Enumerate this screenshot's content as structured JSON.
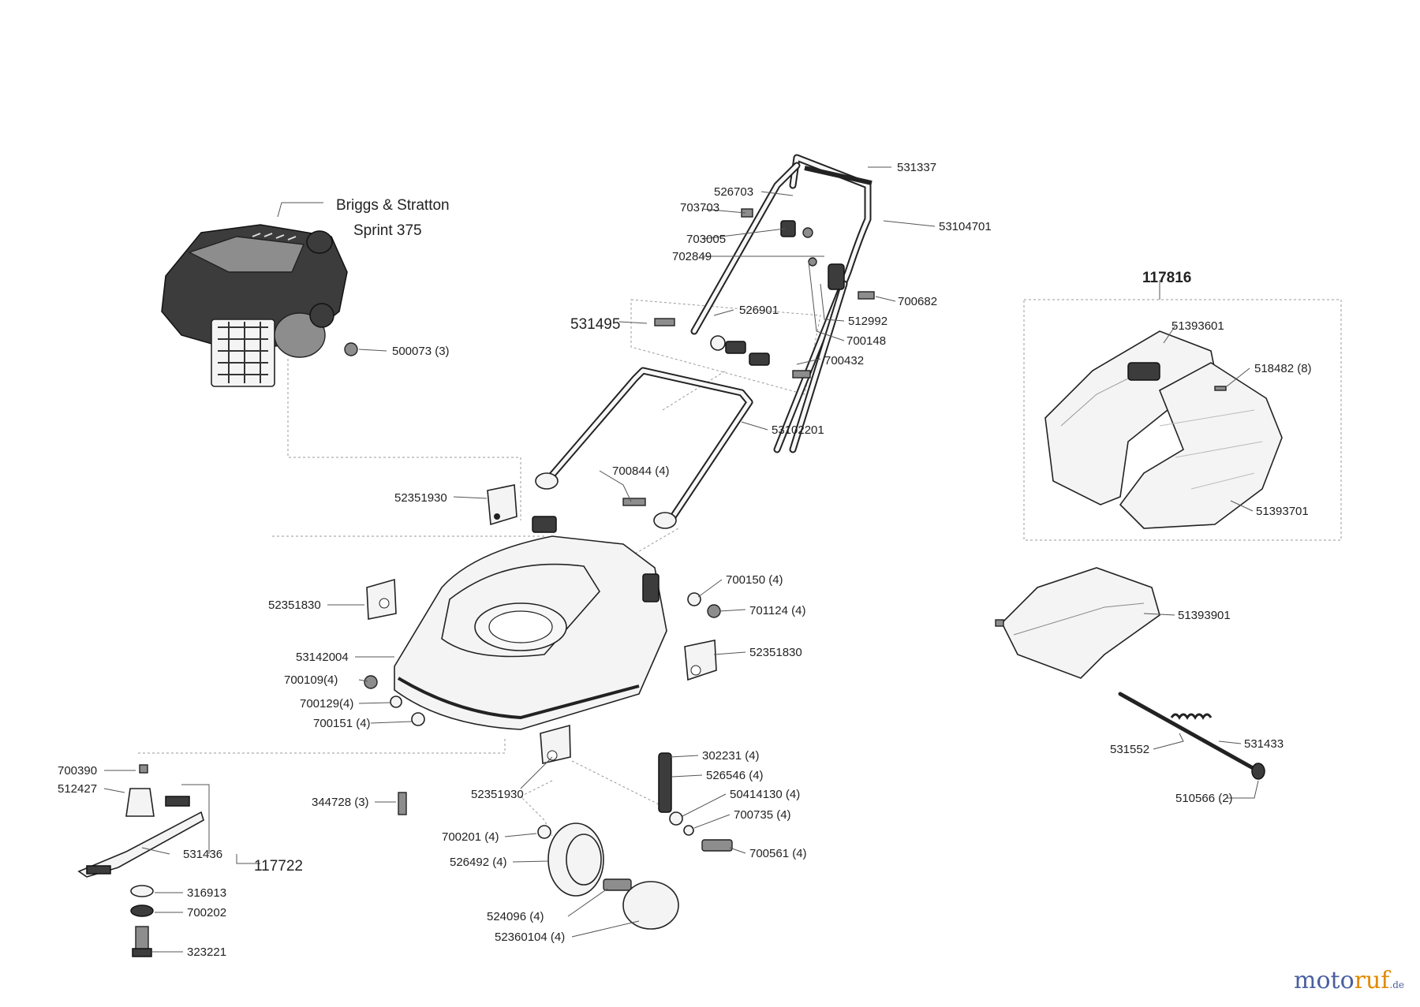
{
  "engine": {
    "line1": "Briggs & Stratton",
    "line2": "Sprint 375"
  },
  "group_labels": {
    "handle_kit": "531495",
    "grass_bag_set": "117816",
    "blade_set": "117722"
  },
  "watermark": {
    "main_a": "moto",
    "main_b": "ruf",
    "suffix": ".de"
  },
  "parts": [
    {
      "id": "p531337",
      "text": "531337"
    },
    {
      "id": "p526703",
      "text": "526703"
    },
    {
      "id": "p703703",
      "text": "703703"
    },
    {
      "id": "p53104701",
      "text": "53104701"
    },
    {
      "id": "p703005",
      "text": "703005"
    },
    {
      "id": "p702849",
      "text": "702849"
    },
    {
      "id": "p700682",
      "text": "700682"
    },
    {
      "id": "p526901",
      "text": "526901"
    },
    {
      "id": "p512992",
      "text": "512992"
    },
    {
      "id": "p700148",
      "text": "700148"
    },
    {
      "id": "p700432",
      "text": "700432"
    },
    {
      "id": "p500073",
      "text": "500073 (3)"
    },
    {
      "id": "p53102201",
      "text": "53102201"
    },
    {
      "id": "p700844",
      "text": "700844 (4)"
    },
    {
      "id": "p52351930a",
      "text": "52351930"
    },
    {
      "id": "p700150",
      "text": "700150 (4)"
    },
    {
      "id": "p701124",
      "text": "701124 (4)"
    },
    {
      "id": "p52351830a",
      "text": "52351830"
    },
    {
      "id": "p53142004",
      "text": "53142004"
    },
    {
      "id": "p52351830b",
      "text": "52351830"
    },
    {
      "id": "p700109",
      "text": "700109(4)"
    },
    {
      "id": "p700129",
      "text": "700129(4)"
    },
    {
      "id": "p700151",
      "text": "700151 (4)"
    },
    {
      "id": "p700390",
      "text": "700390"
    },
    {
      "id": "p512427",
      "text": "512427"
    },
    {
      "id": "p302231",
      "text": "302231 (4)"
    },
    {
      "id": "p526546",
      "text": "526546 (4)"
    },
    {
      "id": "p344728",
      "text": "344728 (3)"
    },
    {
      "id": "p52351930b",
      "text": "52351930"
    },
    {
      "id": "p50414130",
      "text": "50414130 (4)"
    },
    {
      "id": "p700735",
      "text": "700735 (4)"
    },
    {
      "id": "p531436",
      "text": "531436"
    },
    {
      "id": "p700201",
      "text": "700201 (4)"
    },
    {
      "id": "p700561",
      "text": "700561 (4)"
    },
    {
      "id": "p526492",
      "text": "526492 (4)"
    },
    {
      "id": "p316913",
      "text": "316913"
    },
    {
      "id": "p700202",
      "text": "700202"
    },
    {
      "id": "p524096",
      "text": "524096 (4)"
    },
    {
      "id": "p323221",
      "text": "323221"
    },
    {
      "id": "p52360104",
      "text": "52360104 (4)"
    },
    {
      "id": "p51393601",
      "text": "51393601"
    },
    {
      "id": "p518482",
      "text": "518482 (8)"
    },
    {
      "id": "p51393701",
      "text": "51393701"
    },
    {
      "id": "p51393901",
      "text": "51393901"
    },
    {
      "id": "p531552",
      "text": "531552"
    },
    {
      "id": "p531433",
      "text": "531433"
    },
    {
      "id": "p510566",
      "text": "510566 (2)"
    }
  ]
}
